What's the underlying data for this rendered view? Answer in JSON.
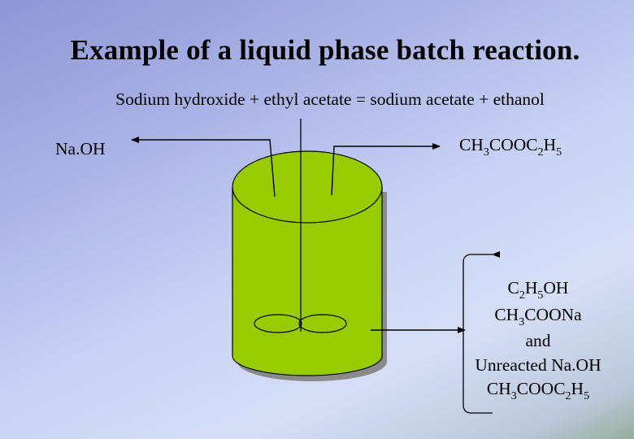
{
  "slide": {
    "title": "Example of a liquid phase batch reaction.",
    "subtitle": "Sodium hydroxide + ethyl acetate = sodium acetate + ethanol"
  },
  "feed": {
    "naoh": "Na.OH",
    "ethyl_acetate": {
      "p1": "CH",
      "s1": "3",
      "p2": "COOC",
      "s2": "2",
      "p3": "H",
      "s3": "5"
    }
  },
  "mixture": {
    "line1": {
      "p1": "C",
      "s1": "2",
      "p2": "H",
      "s2": "5",
      "p3": "OH"
    },
    "line2": {
      "p1": "CH",
      "s1": "3",
      "p2": "COONa"
    },
    "line3": "and",
    "line4": "Unreacted Na.OH",
    "line5": {
      "p1": "CH",
      "s1": "3",
      "p2": "COOC",
      "s2": "2",
      "p3": "H",
      "s3": "5"
    }
  },
  "colors": {
    "tank_fill": "#99cc00",
    "tank_shadow": "#8a8a8a",
    "stroke": "#000000"
  }
}
